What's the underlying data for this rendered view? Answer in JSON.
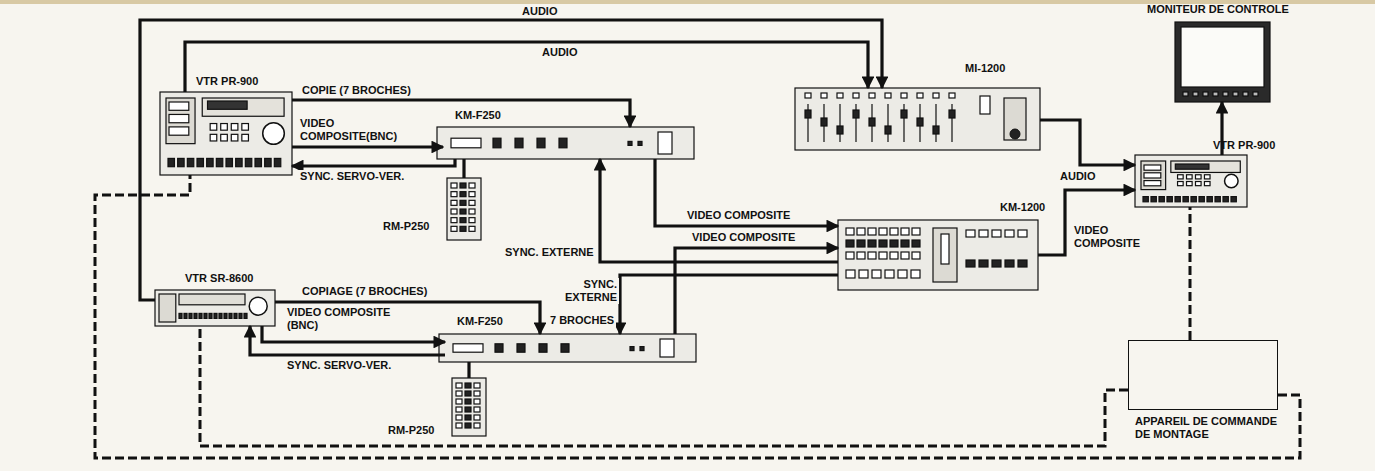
{
  "diagram": {
    "nodes": [
      {
        "text": [
          "VTR PR-900"
        ]
      },
      {
        "text": [
          "KM-F250"
        ]
      },
      {
        "text": [
          "RM-P250"
        ]
      },
      {
        "text": [
          "MI-1200"
        ]
      },
      {
        "text": [
          "MONITEUR DE CONTROLE"
        ]
      },
      {
        "text": [
          "VTR PR-900"
        ]
      },
      {
        "text": [
          "KM-1200"
        ]
      },
      {
        "text": [
          "VTR SR-8600"
        ]
      },
      {
        "text": [
          "KM-F250"
        ]
      },
      {
        "text": [
          "RM-P250"
        ]
      },
      {
        "text": [
          "APPAREIL DE COMMANDE DE MONTAGE"
        ]
      }
    ],
    "edges": [
      {
        "from": 7,
        "to": 3,
        "label": "AUDIO",
        "arrow": "to"
      },
      {
        "from": 0,
        "to": 3,
        "label": "AUDIO",
        "arrow": "to"
      },
      {
        "from": 0,
        "to": 1,
        "label": "COPIE (7 BROCHES)",
        "arrow": "to"
      },
      {
        "from": 0,
        "to": 1,
        "label": "VIDEO COMPOSITE(BNC)",
        "arrow": "to"
      },
      {
        "from": 1,
        "to": 0,
        "label": "SYNC. SERVO-VER.",
        "arrow": "to"
      },
      {
        "from": 2,
        "to": 1,
        "arrow": "none"
      },
      {
        "from": 1,
        "to": 6,
        "label": "VIDEO COMPOSITE",
        "arrow": "to"
      },
      {
        "from": 6,
        "to": 1,
        "label": "SYNC. EXTERNE",
        "arrow": "to"
      },
      {
        "from": 7,
        "to": 8,
        "label": "COPIAGE (7 BROCHES)",
        "arrow": "to"
      },
      {
        "from": 7,
        "to": 8,
        "label": "VIDEO COMPOSITE (BNC)",
        "arrow": "to"
      },
      {
        "from": 8,
        "to": 7,
        "label": "SYNC. SERVO-VER.",
        "arrow": "to"
      },
      {
        "from": 9,
        "to": 8,
        "arrow": "none"
      },
      {
        "from": 8,
        "to": 6,
        "label": "VIDEO COMPOSITE",
        "arrow": "to"
      },
      {
        "from": 6,
        "to": 8,
        "label": "SYNC. EXTERNE",
        "arrow": "to"
      },
      {
        "from": 3,
        "to": 5,
        "label": "AUDIO",
        "arrow": "to"
      },
      {
        "from": 6,
        "to": 5,
        "label": "VIDEO COMPOSITE",
        "arrow": "to"
      },
      {
        "from": 5,
        "to": 4,
        "arrow": "to"
      },
      {
        "from": 10,
        "to": 0,
        "arrow": "none"
      },
      {
        "from": 10,
        "to": 7,
        "arrow": "none"
      },
      {
        "from": 10,
        "to": 5,
        "arrow": "none"
      }
    ],
    "labels": [
      "7 BROCHES"
    ]
  }
}
